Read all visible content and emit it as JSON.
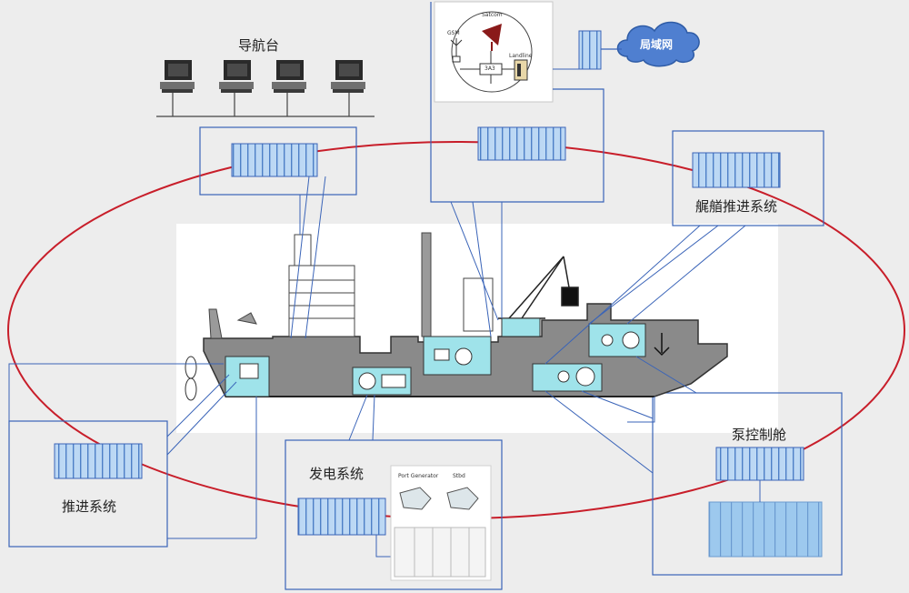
{
  "labels": {
    "nav_station": "导航台",
    "bow_thruster": "艉艏推进系统",
    "propulsion": "推进系统",
    "power_gen": "发电系统",
    "pump_control": "泵控制舱",
    "network": "局域网"
  },
  "satellite": {
    "satcom": "Satcom",
    "gsm": "GSM",
    "landline": "Landline",
    "hub": "3A3"
  },
  "generators": {
    "port": "Port Generator",
    "stbd": "Stbd"
  },
  "colors": {
    "ring": "#c81e2a",
    "panel_border": "#3a64b8",
    "module_fill": "#bcd8f4",
    "hull": "#8a8a8a",
    "subsystem_fill": "#9fe3ea",
    "cloud": "#4f7fd0"
  }
}
